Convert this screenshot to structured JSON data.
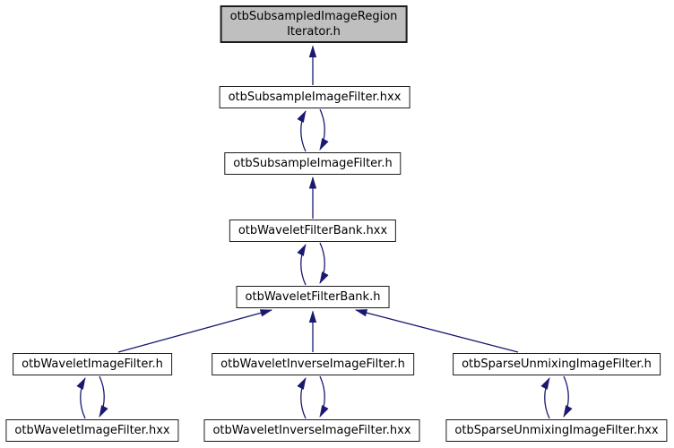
{
  "graph": {
    "type": "include-dependency-graph",
    "colors": {
      "edge": "#191970",
      "node_fill": "#ffffff",
      "node_border": "#1c1c1c",
      "selected_fill": "#bfbfbf"
    },
    "nodes": [
      {
        "label": "otbSubsampledImageRegionIterator.h",
        "label_lines": [
          "otbSubsampledImageRegion",
          "Iterator.h"
        ],
        "selected": true
      },
      {
        "label": "otbSubsampleImageFilter.hxx",
        "selected": false
      },
      {
        "label": "otbSubsampleImageFilter.h",
        "selected": false
      },
      {
        "label": "otbWaveletFilterBank.hxx",
        "selected": false
      },
      {
        "label": "otbWaveletFilterBank.h",
        "selected": false
      },
      {
        "label": "otbWaveletImageFilter.h",
        "selected": false
      },
      {
        "label": "otbWaveletInverseImageFilter.h",
        "selected": false
      },
      {
        "label": "otbSparseUnmixingImageFilter.h",
        "selected": false
      },
      {
        "label": "otbWaveletImageFilter.hxx",
        "selected": false
      },
      {
        "label": "otbWaveletInverseImageFilter.hxx",
        "selected": false
      },
      {
        "label": "otbSparseUnmixingImageFilter.hxx",
        "selected": false
      }
    ],
    "edges": [
      {
        "from": "otbSubsampleImageFilter.hxx",
        "to": "otbSubsampledImageRegionIterator.h",
        "bidirectional": false
      },
      {
        "from": "otbSubsampleImageFilter.h",
        "to": "otbSubsampleImageFilter.hxx",
        "bidirectional": true
      },
      {
        "from": "otbWaveletFilterBank.hxx",
        "to": "otbSubsampleImageFilter.h",
        "bidirectional": false
      },
      {
        "from": "otbWaveletFilterBank.h",
        "to": "otbWaveletFilterBank.hxx",
        "bidirectional": true
      },
      {
        "from": "otbWaveletImageFilter.h",
        "to": "otbWaveletFilterBank.h",
        "bidirectional": false
      },
      {
        "from": "otbWaveletInverseImageFilter.h",
        "to": "otbWaveletFilterBank.h",
        "bidirectional": false
      },
      {
        "from": "otbSparseUnmixingImageFilter.h",
        "to": "otbWaveletFilterBank.h",
        "bidirectional": false
      },
      {
        "from": "otbWaveletImageFilter.hxx",
        "to": "otbWaveletImageFilter.h",
        "bidirectional": true
      },
      {
        "from": "otbWaveletInverseImageFilter.hxx",
        "to": "otbWaveletInverseImageFilter.h",
        "bidirectional": true
      },
      {
        "from": "otbSparseUnmixingImageFilter.hxx",
        "to": "otbSparseUnmixingImageFilter.h",
        "bidirectional": true
      }
    ]
  }
}
